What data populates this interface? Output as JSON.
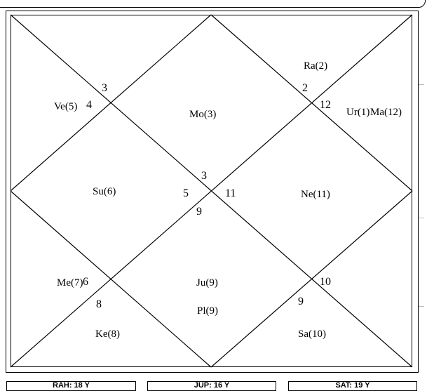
{
  "chart": {
    "houses": [
      {
        "sign": "3",
        "planets": [
          "Mo(3)"
        ]
      },
      {
        "sign": "2",
        "planets": [
          "Ra(2)"
        ]
      },
      {
        "sign": "12",
        "planets": [
          "Ur(1)",
          "Ma(12)"
        ]
      },
      {
        "sign": "11",
        "planets": [
          "Ne(11)"
        ]
      },
      {
        "sign": "10",
        "planets": []
      },
      {
        "sign": "9",
        "planets": [
          "Sa(10)"
        ]
      },
      {
        "sign": "9",
        "planets": [
          "Ju(9)",
          "Pl(9)"
        ]
      },
      {
        "sign": "8",
        "planets": [
          "Ke(8)"
        ]
      },
      {
        "sign": "6",
        "planets": [
          "Me(7)"
        ]
      },
      {
        "sign": "5",
        "planets": [
          "Su(6)"
        ]
      },
      {
        "sign": "4",
        "planets": [
          "Ve(5)"
        ]
      },
      {
        "sign": "3",
        "planets": []
      }
    ]
  },
  "tabs": [
    {
      "label": "RAH: 18 Y"
    },
    {
      "label": "JUP: 16 Y"
    },
    {
      "label": "SAT: 19 Y"
    }
  ]
}
